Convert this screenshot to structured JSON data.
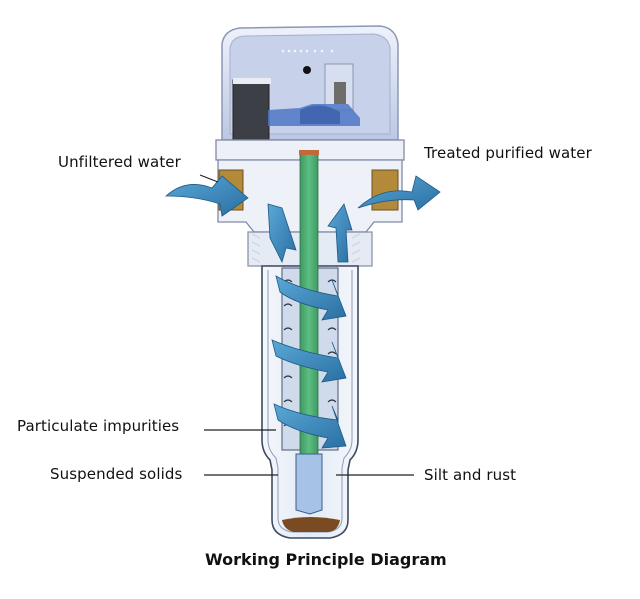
{
  "labels": {
    "inlet": "Unfiltered water",
    "outlet": "Treated purified water",
    "particulate": "Particulate impurities",
    "suspended": "Suspended solids",
    "silt": "Silt and rust"
  },
  "caption": "Working Principle Diagram",
  "colors": {
    "flow_arrow": "#3a8bbf",
    "central_tube": "#4caf72",
    "housing": "#dfe8f3",
    "head": "#c9d3ea",
    "brass_port": "#b38a3a",
    "sediment": "#7a4a22"
  }
}
